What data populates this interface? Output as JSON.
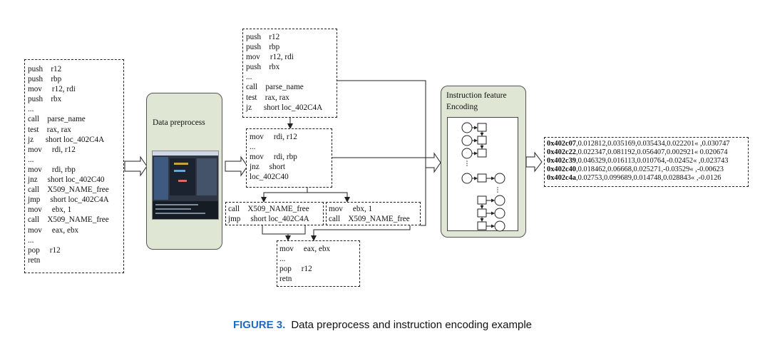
{
  "left_code": [
    "push    r12",
    "push    rbp",
    "mov     r12, rdi",
    "push    rbx",
    "...",
    "call    parse_name",
    "test    rax, rax",
    "jz      short loc_402C4A",
    "mov     rdi, r12",
    "...",
    "mov     rdi, rbp",
    "jnz     short loc_402C40",
    "call    X509_NAME_free",
    "jmp     short loc_402C4A",
    "mov     ebx, 1",
    "call    X509_NAME_free",
    "mov     eax, ebx",
    "...",
    "pop     r12",
    "retn"
  ],
  "preprocess_title": "Data preprocess",
  "block_top": [
    "push    r12",
    "push    rbp",
    "mov     r12, rdi",
    "push    rbx",
    "...",
    "call    parse_name",
    "test    rax, rax",
    "jz      short loc_402C4A"
  ],
  "block_mid": [
    "mov     rdi, r12",
    "...",
    "mov     rdi, rbp",
    "jnz     short",
    "loc_402C40"
  ],
  "block_left": [
    "call    X509_NAME_free",
    "jmp     short loc_402C4A"
  ],
  "block_right": [
    "mov     ebx, 1",
    "call    X509_NAME_free"
  ],
  "block_bottom": [
    "mov     eax, ebx",
    "...",
    "pop     r12",
    "retn"
  ],
  "encoding_title_1": "Instruction feature",
  "encoding_title_2": "Encoding",
  "features": [
    {
      "addr": "0x402c07",
      "vals": ",0.012812,0.035169,0.035434,0.022201«  ,0.030747"
    },
    {
      "addr": "0x402c22",
      "vals": ",0.022347,0.081192,0.056407,0.002921«  0.020674"
    },
    {
      "addr": "0x402c39",
      "vals": ",0.046329,0.016113,0.010764,-0.02452«  ,0.023743"
    },
    {
      "addr": "0x402c40",
      "vals": ",0.018462,0.06668,0.025271,-0.03529«  ,-0.00623"
    },
    {
      "addr": "0x402c4a",
      "vals": ",0.02753,0.099689,0.014748,0.028843«  ,-0.0126"
    }
  ],
  "caption_label": "FIGURE 3.",
  "caption_text": "Data preprocess and instruction encoding example"
}
